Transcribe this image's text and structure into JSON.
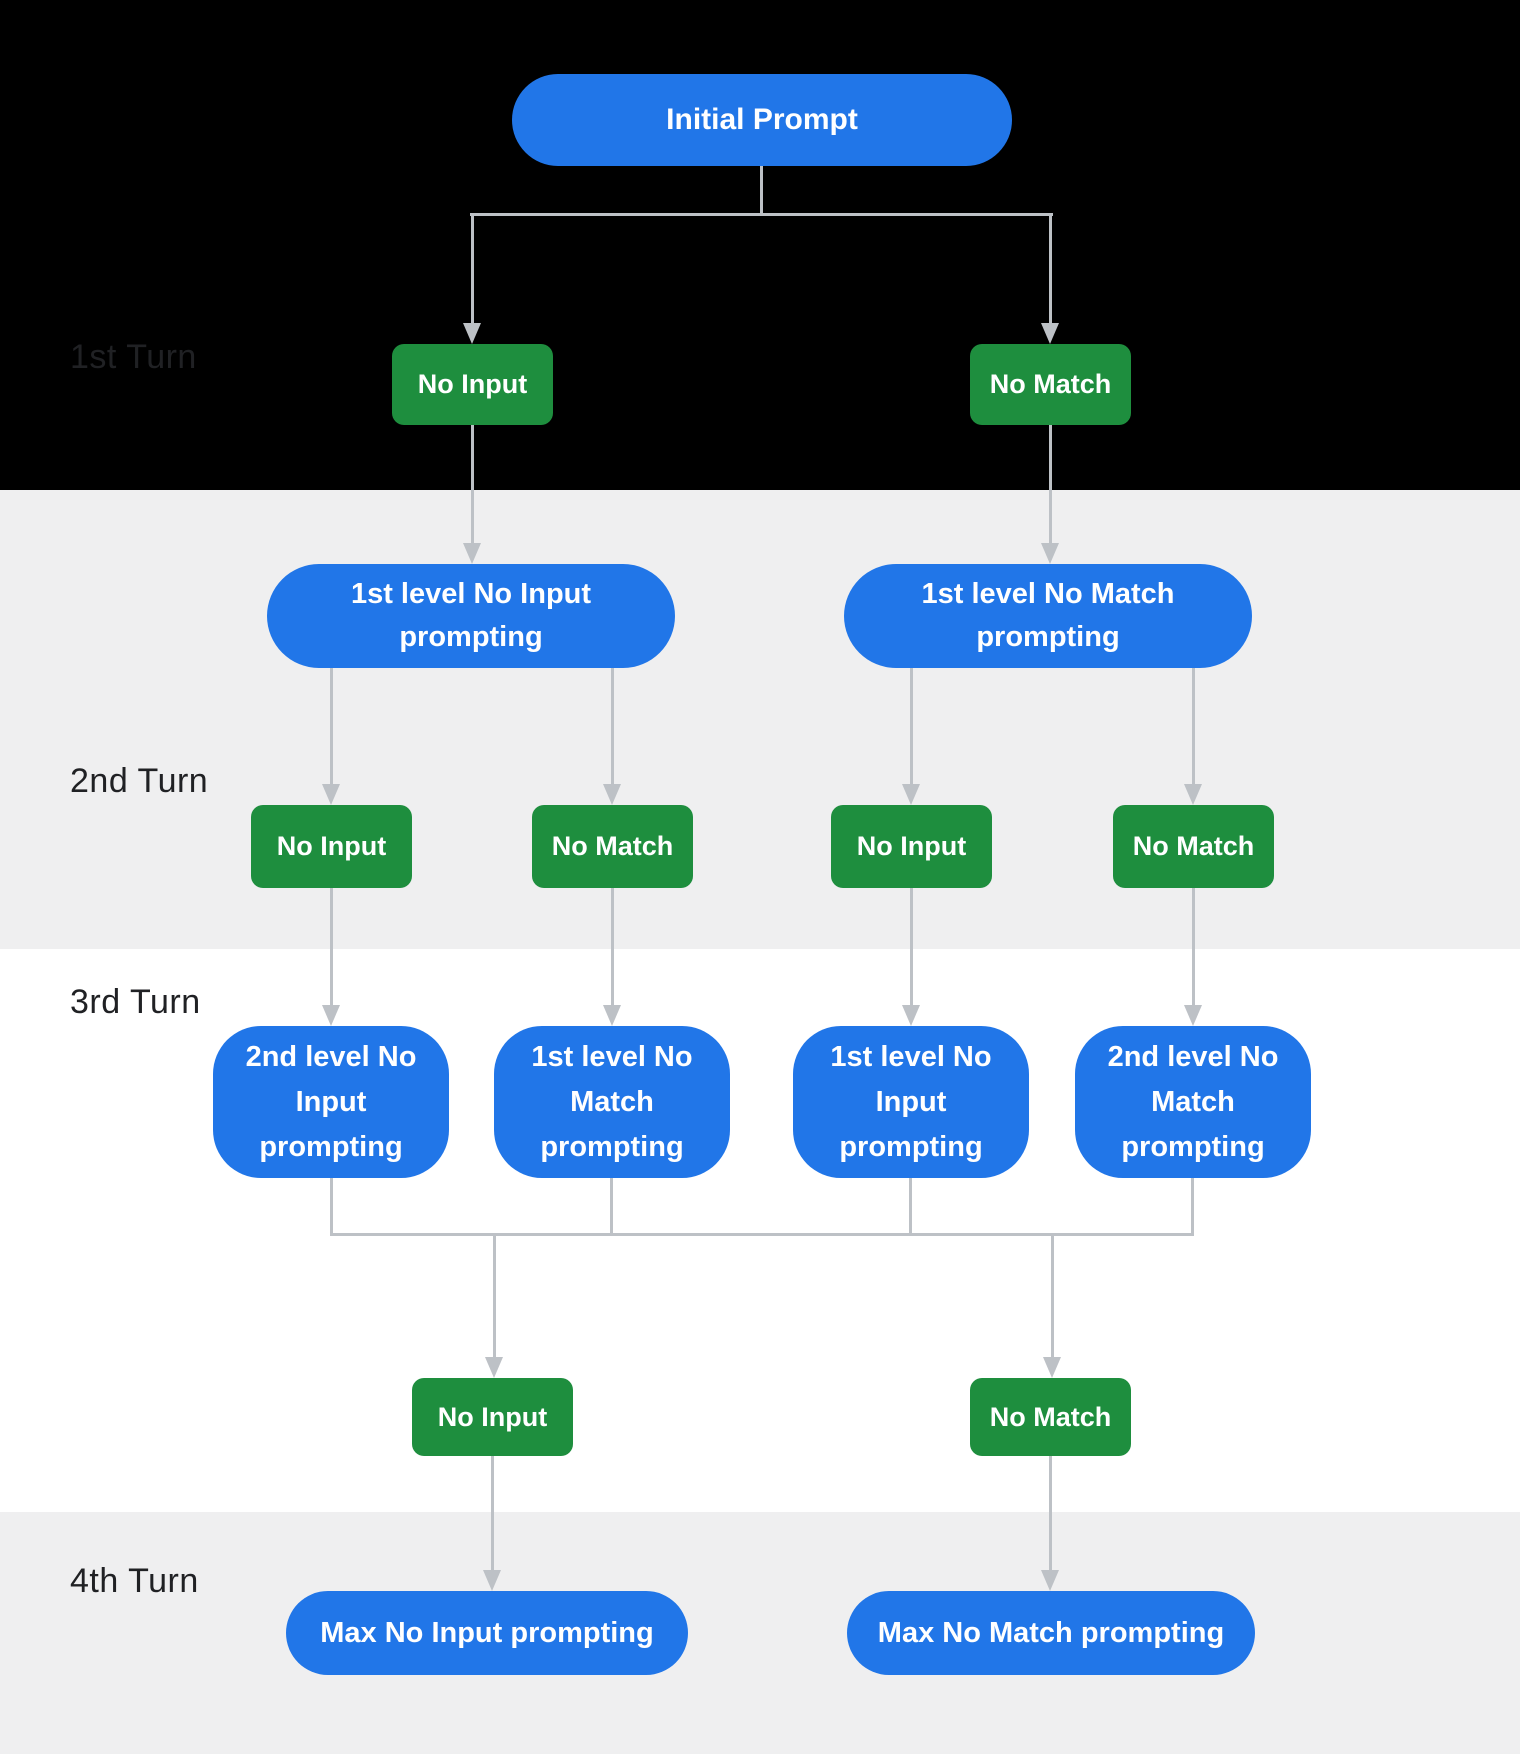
{
  "colors": {
    "blue": "#2176e8",
    "green": "#1e8e3e",
    "arrow": "#bdc1c6",
    "band_gray": "#efeff0",
    "label_text": "#202124"
  },
  "turns": [
    {
      "label": "1st Turn"
    },
    {
      "label": "2nd Turn"
    },
    {
      "label": "3rd Turn"
    },
    {
      "label": "4th Turn"
    }
  ],
  "nodes": {
    "initial": "Initial Prompt",
    "turn1": {
      "no_input": "No Input",
      "no_match": "No Match"
    },
    "level1_prompts": {
      "no_input": "1st level No Input\nprompting",
      "no_match": "1st level No Match\nprompting"
    },
    "turn2": {
      "no_input_left": "No Input",
      "no_match_left": "No Match",
      "no_input_right": "No Input",
      "no_match_right": "No Match"
    },
    "level2_prompts": {
      "p1": "2nd level No\nInput\nprompting",
      "p2": "1st level No\nMatch\nprompting",
      "p3": "1st level No\nInput\nprompting",
      "p4": "2nd level No\nMatch\nprompting"
    },
    "turn3": {
      "no_input": "No Input",
      "no_match": "No Match"
    },
    "max_prompts": {
      "no_input": "Max No Input prompting",
      "no_match": "Max No Match prompting"
    }
  }
}
